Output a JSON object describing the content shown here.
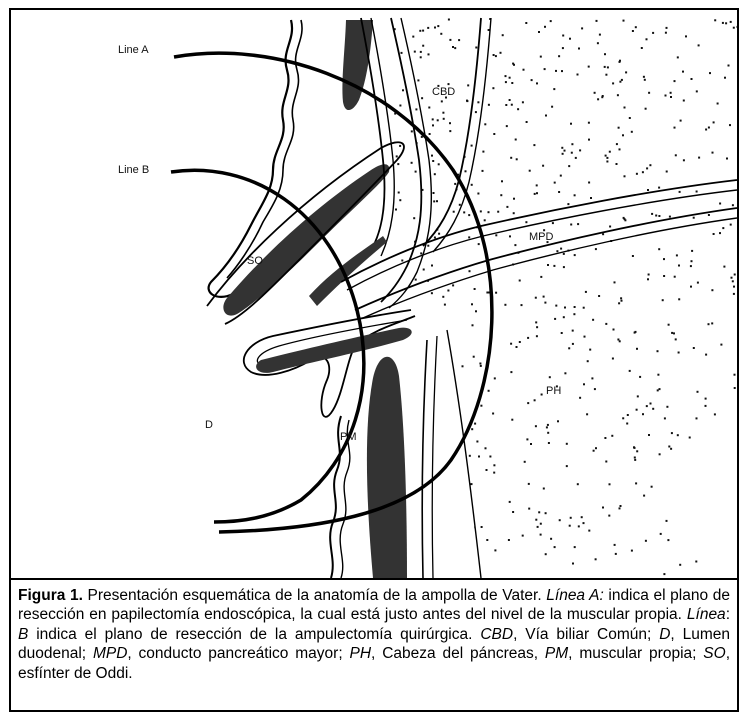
{
  "diagram": {
    "labels": {
      "line_a": "Line A",
      "line_b": "Line B",
      "cbd": "CBD",
      "mpd": "MPD",
      "so": "SO",
      "ph": "PH",
      "d": "D",
      "pm": "PM"
    }
  },
  "caption": {
    "figure_label": "Figura 1.",
    "intro": " Presentación esquemática de la anatomía de la ampolla de Vater. ",
    "line_a_term": "Línea A:",
    "line_a_text": " indica el plano de resección en papilectomía endoscópica, la cual está justo antes del nivel de la muscular propia. ",
    "line_b_term": "Línea",
    "line_b_sep": ": ",
    "line_b_letter": "B",
    "line_b_text": " indica el plano de resección de la ampulectomía quirúrgica. ",
    "cbd_term": "CBD",
    "cbd_text": ", Vía biliar Común; ",
    "d_term": "D",
    "d_text": ", Lumen duodenal; ",
    "mpd_term": "MPD",
    "mpd_text": ", conducto pancreático mayor; ",
    "ph_term": "PH",
    "ph_text": ", Cabeza del páncreas, ",
    "pm_term": "PM",
    "pm_text": ", muscular propia; ",
    "so_term": "SO",
    "so_text": ", esfínter de Oddi."
  }
}
